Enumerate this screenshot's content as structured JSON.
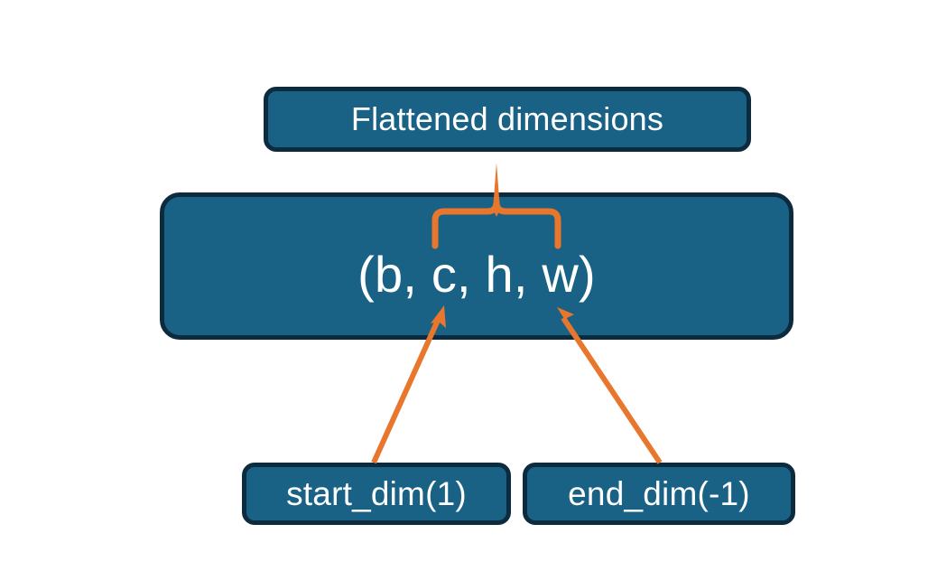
{
  "diagram": {
    "title_node": {
      "label": "Flattened dimensions"
    },
    "shape_node": {
      "label": "(b, c, h, w)"
    },
    "start_dim_node": {
      "label": "start_dim(1)"
    },
    "end_dim_node": {
      "label": "end_dim(-1)"
    },
    "colors": {
      "box_fill": "#1A6285",
      "box_border": "#0D2B3E",
      "accent_orange": "#E8762C",
      "text": "#FFFFFF",
      "background": "#FFFFFF"
    }
  }
}
